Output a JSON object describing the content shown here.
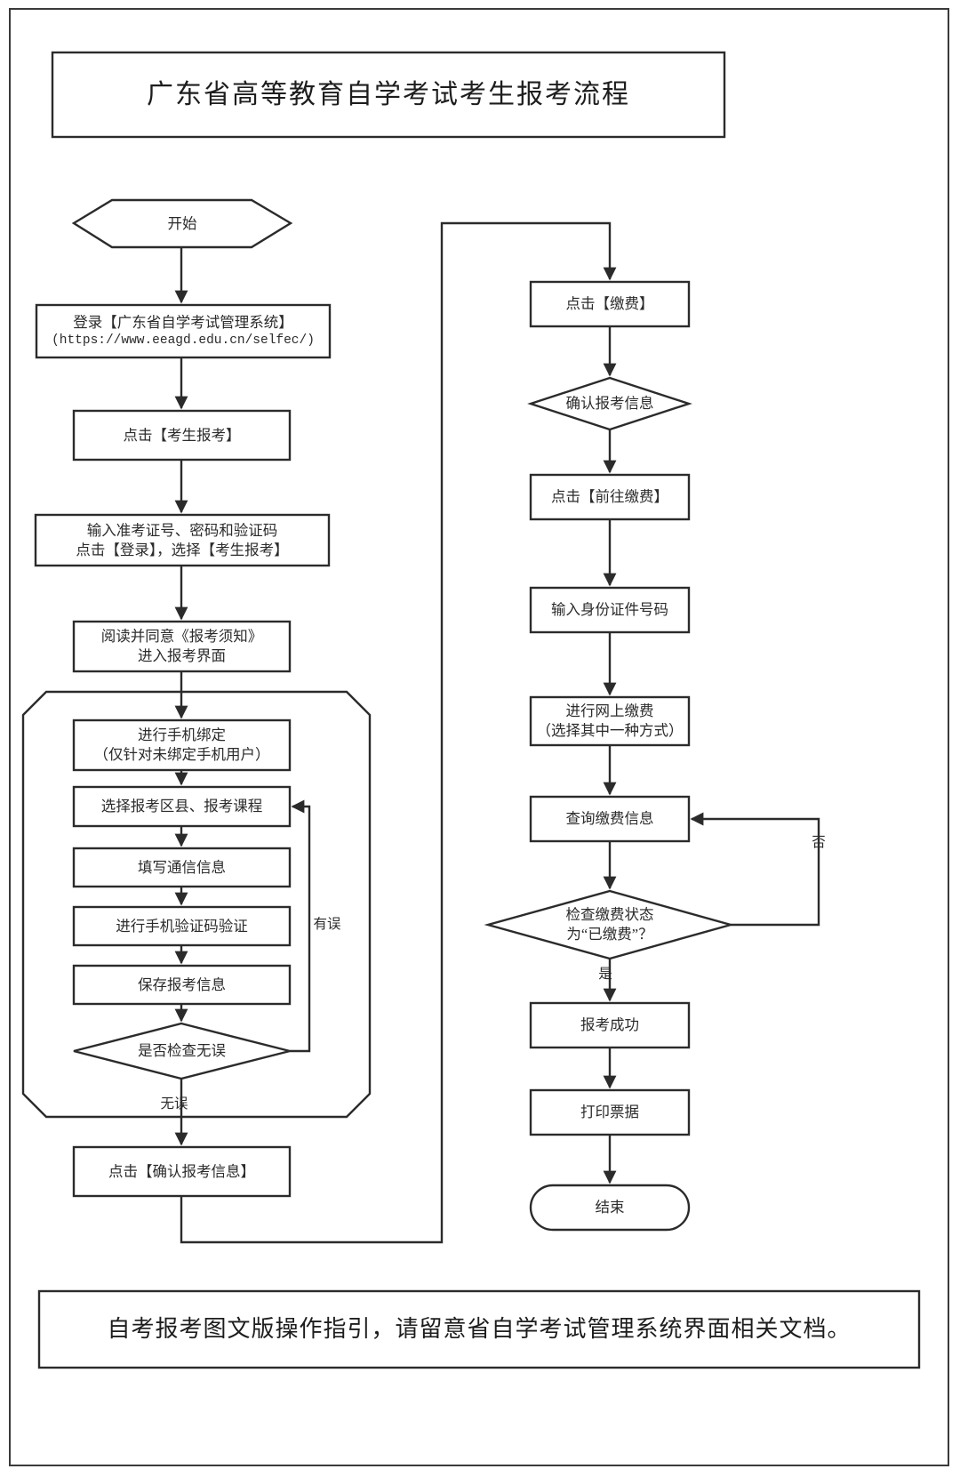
{
  "document": {
    "title": "广东省高等教育自学考试考生报考流程",
    "footer_note": "自考报考图文版操作指引，请留意省自学考试管理系统界面相关文档。"
  },
  "chart_data": {
    "type": "diagram",
    "diagram_kind": "flowchart",
    "title": "广东省高等教育自学考试考生报考流程",
    "columns": [
      "left",
      "right"
    ],
    "nodes": [
      {
        "id": "start",
        "shape": "hexagon",
        "column": "left",
        "lines": [
          "开始"
        ]
      },
      {
        "id": "login",
        "shape": "rect",
        "column": "left",
        "lines": [
          "登录【广东省自学考试管理系统】",
          "(https://www.eeagd.edu.cn/selfec/)"
        ]
      },
      {
        "id": "click-apply",
        "shape": "rect",
        "column": "left",
        "lines": [
          "点击【考生报考】"
        ]
      },
      {
        "id": "enter-creds",
        "shape": "rect",
        "column": "left",
        "lines": [
          "输入准考证号、密码和验证码",
          "点击【登录】，选择【考生报考】"
        ]
      },
      {
        "id": "read-agree",
        "shape": "rect",
        "column": "left",
        "lines": [
          "阅读并同意《报考须知》",
          "进入报考界面"
        ]
      },
      {
        "id": "bind-phone",
        "shape": "rect",
        "column": "left",
        "lines": [
          "进行手机绑定",
          "（仅针对未绑定手机用户）"
        ]
      },
      {
        "id": "select-area",
        "shape": "rect",
        "column": "left",
        "lines": [
          "选择报考区县、报考课程"
        ]
      },
      {
        "id": "fill-contact",
        "shape": "rect",
        "column": "left",
        "lines": [
          "填写通信信息"
        ]
      },
      {
        "id": "verify-sms",
        "shape": "rect",
        "column": "left",
        "lines": [
          "进行手机验证码验证"
        ]
      },
      {
        "id": "save-info",
        "shape": "rect",
        "column": "left",
        "lines": [
          "保存报考信息"
        ]
      },
      {
        "id": "check-ok",
        "shape": "diamond",
        "column": "left",
        "lines": [
          "是否检查无误"
        ]
      },
      {
        "id": "confirm-info",
        "shape": "rect",
        "column": "left",
        "lines": [
          "点击【确认报考信息】"
        ]
      },
      {
        "id": "click-pay",
        "shape": "rect",
        "column": "right",
        "lines": [
          "点击【缴费】"
        ]
      },
      {
        "id": "confirm-apply",
        "shape": "diamond",
        "column": "right",
        "lines": [
          "确认报考信息"
        ]
      },
      {
        "id": "goto-pay",
        "shape": "rect",
        "column": "right",
        "lines": [
          "点击【前往缴费】"
        ]
      },
      {
        "id": "enter-id",
        "shape": "rect",
        "column": "right",
        "lines": [
          "输入身份证件号码"
        ]
      },
      {
        "id": "online-pay",
        "shape": "rect",
        "column": "right",
        "lines": [
          "进行网上缴费",
          "（选择其中一种方式）"
        ]
      },
      {
        "id": "query-pay",
        "shape": "rect",
        "column": "right",
        "lines": [
          "查询缴费信息"
        ]
      },
      {
        "id": "check-paid",
        "shape": "diamond",
        "column": "right",
        "lines": [
          "检查缴费状态",
          "为“已缴费”？"
        ]
      },
      {
        "id": "apply-ok",
        "shape": "rect",
        "column": "right",
        "lines": [
          "报考成功"
        ]
      },
      {
        "id": "print",
        "shape": "rect",
        "column": "right",
        "lines": [
          "打印票据"
        ]
      },
      {
        "id": "end",
        "shape": "stadium",
        "column": "right",
        "lines": [
          "结束"
        ]
      }
    ],
    "edges": [
      {
        "from": "start",
        "to": "login",
        "label": ""
      },
      {
        "from": "login",
        "to": "click-apply",
        "label": ""
      },
      {
        "from": "click-apply",
        "to": "enter-creds",
        "label": ""
      },
      {
        "from": "enter-creds",
        "to": "read-agree",
        "label": ""
      },
      {
        "from": "read-agree",
        "to": "bind-phone",
        "label": ""
      },
      {
        "from": "bind-phone",
        "to": "select-area",
        "label": ""
      },
      {
        "from": "select-area",
        "to": "fill-contact",
        "label": ""
      },
      {
        "from": "fill-contact",
        "to": "verify-sms",
        "label": ""
      },
      {
        "from": "verify-sms",
        "to": "save-info",
        "label": ""
      },
      {
        "from": "save-info",
        "to": "check-ok",
        "label": ""
      },
      {
        "from": "check-ok",
        "to": "select-area",
        "label": "有误"
      },
      {
        "from": "check-ok",
        "to": "confirm-info",
        "label": "无误"
      },
      {
        "from": "confirm-info",
        "to": "click-pay",
        "label": ""
      },
      {
        "from": "click-pay",
        "to": "confirm-apply",
        "label": ""
      },
      {
        "from": "confirm-apply",
        "to": "goto-pay",
        "label": ""
      },
      {
        "from": "goto-pay",
        "to": "enter-id",
        "label": ""
      },
      {
        "from": "enter-id",
        "to": "online-pay",
        "label": ""
      },
      {
        "from": "online-pay",
        "to": "query-pay",
        "label": ""
      },
      {
        "from": "query-pay",
        "to": "check-paid",
        "label": ""
      },
      {
        "from": "check-paid",
        "to": "query-pay",
        "label": "否"
      },
      {
        "from": "check-paid",
        "to": "apply-ok",
        "label": "是"
      },
      {
        "from": "apply-ok",
        "to": "print",
        "label": ""
      },
      {
        "from": "print",
        "to": "end",
        "label": ""
      }
    ],
    "edge_labels": [
      "有误",
      "无误",
      "否",
      "是"
    ],
    "colors": {
      "stroke": "#2b2b2b",
      "fill": "#ffffff",
      "text": "#2b2b2b"
    }
  }
}
